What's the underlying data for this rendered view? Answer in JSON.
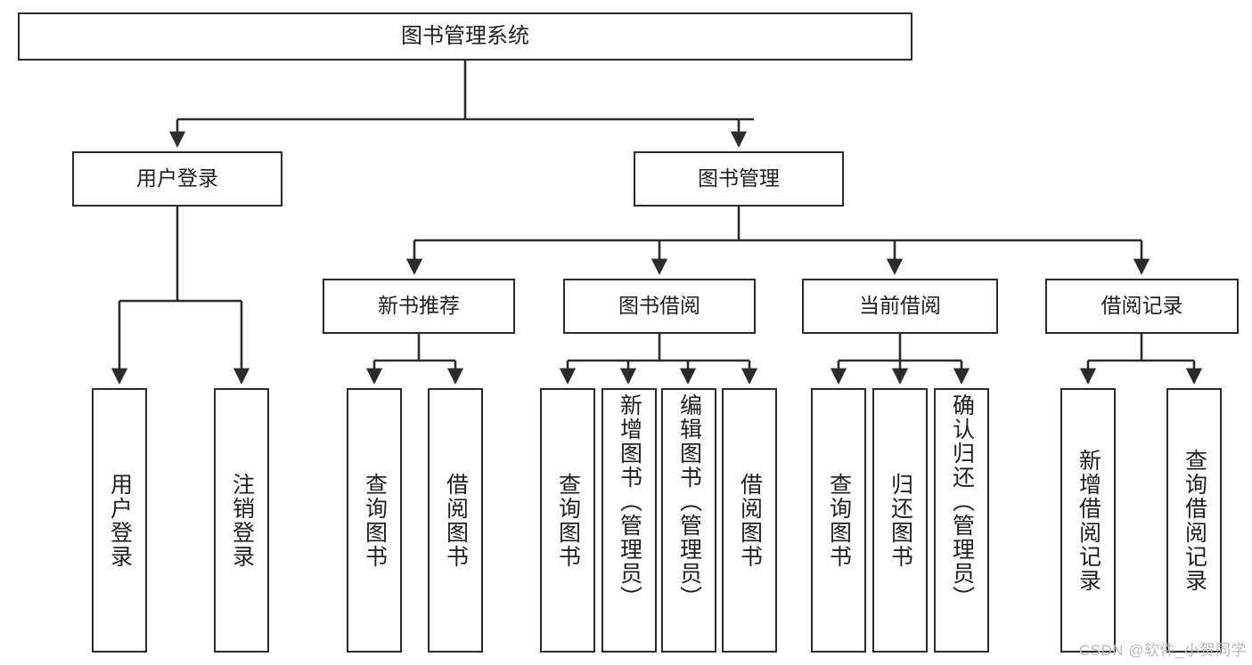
{
  "diagram": {
    "type": "tree",
    "title": "图书管理系统",
    "orientation": "top-down",
    "colors": {
      "box_border": "#2b2b2b",
      "box_fill": "#ffffff",
      "edge": "#2b2b2b",
      "text": "#1f1f1f",
      "watermark": "#b9b9b9",
      "background": "#ffffff"
    },
    "nodes": {
      "root": {
        "label": "图书管理系统"
      },
      "level2": [
        {
          "id": "user-login",
          "label": "用户登录"
        },
        {
          "id": "book-management",
          "label": "图书管理"
        }
      ],
      "level3": [
        {
          "id": "new-book-recommend",
          "label": "新书推荐"
        },
        {
          "id": "book-borrow",
          "label": "图书借阅"
        },
        {
          "id": "current-borrow",
          "label": "当前借阅"
        },
        {
          "id": "borrow-record",
          "label": "借阅记录"
        }
      ],
      "leaves": [
        {
          "id": "leaf-user-login",
          "label": "用户登录",
          "parent": "user-login"
        },
        {
          "id": "leaf-logout-login",
          "label": "注销登录",
          "parent": "user-login"
        },
        {
          "id": "leaf-query-book-1",
          "label": "查询图书",
          "parent": "new-book-recommend"
        },
        {
          "id": "leaf-borrow-book-1",
          "label": "借阅图书",
          "parent": "new-book-recommend"
        },
        {
          "id": "leaf-query-book-2",
          "label": "查询图书",
          "parent": "book-borrow"
        },
        {
          "id": "leaf-add-book-admin",
          "label": "新增图书（管理员）",
          "parent": "book-borrow"
        },
        {
          "id": "leaf-edit-book-admin",
          "label": "编辑图书（管理员）",
          "parent": "book-borrow"
        },
        {
          "id": "leaf-borrow-book-2",
          "label": "借阅图书",
          "parent": "book-borrow"
        },
        {
          "id": "leaf-query-book-3",
          "label": "查询图书",
          "parent": "current-borrow"
        },
        {
          "id": "leaf-return-book",
          "label": "归还图书",
          "parent": "current-borrow"
        },
        {
          "id": "leaf-confirm-return-admin",
          "label": "确认归还（管理员）",
          "parent": "current-borrow"
        },
        {
          "id": "leaf-add-borrow-record",
          "label": "新增借阅记录",
          "parent": "borrow-record"
        },
        {
          "id": "leaf-query-borrow-record",
          "label": "查询借阅记录",
          "parent": "borrow-record"
        }
      ]
    }
  },
  "watermark": {
    "text": "CSDN @软件_小贺同学"
  }
}
